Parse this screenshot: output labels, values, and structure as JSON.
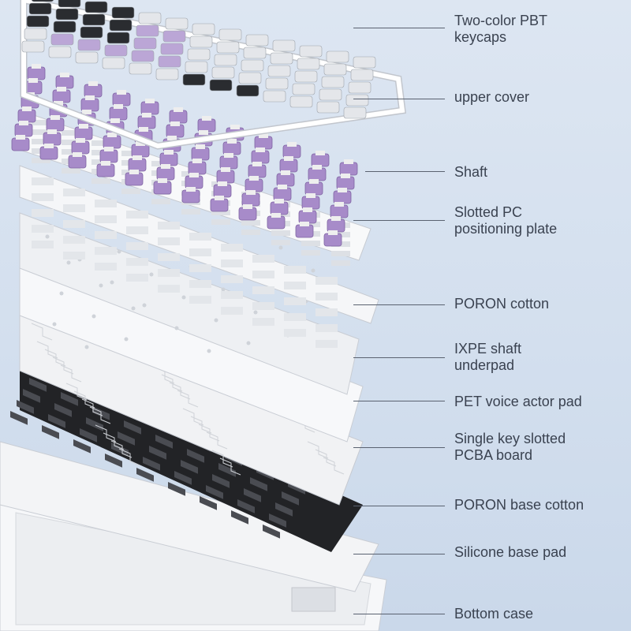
{
  "colors": {
    "background": "#d3dfee",
    "label_text": "#3a4250",
    "leader_line": "#5a6270",
    "keycap_light": "#e4e6ea",
    "keycap_dark": "#2a2c30",
    "switch_purple": "#a78bc9",
    "plate_white": "#f4f5f7",
    "base_cotton_black": "#222326"
  },
  "layers": [
    {
      "id": "keycaps",
      "label": "Two-color PBT\nkeycaps"
    },
    {
      "id": "upper-cover",
      "label": "upper cover"
    },
    {
      "id": "shaft",
      "label": "Shaft"
    },
    {
      "id": "positioning-plate",
      "label": "Slotted PC\npositioning plate"
    },
    {
      "id": "poron-cotton",
      "label": "PORON cotton"
    },
    {
      "id": "ixpe-underpad",
      "label": "IXPE shaft\nunderpad"
    },
    {
      "id": "pet-pad",
      "label": "PET voice actor pad"
    },
    {
      "id": "pcba-board",
      "label": "Single key slotted\nPCBA board"
    },
    {
      "id": "poron-base-cotton",
      "label": "PORON base cotton"
    },
    {
      "id": "silicone-base-pad",
      "label": "Silicone base pad"
    },
    {
      "id": "bottom-case",
      "label": "Bottom case"
    }
  ]
}
